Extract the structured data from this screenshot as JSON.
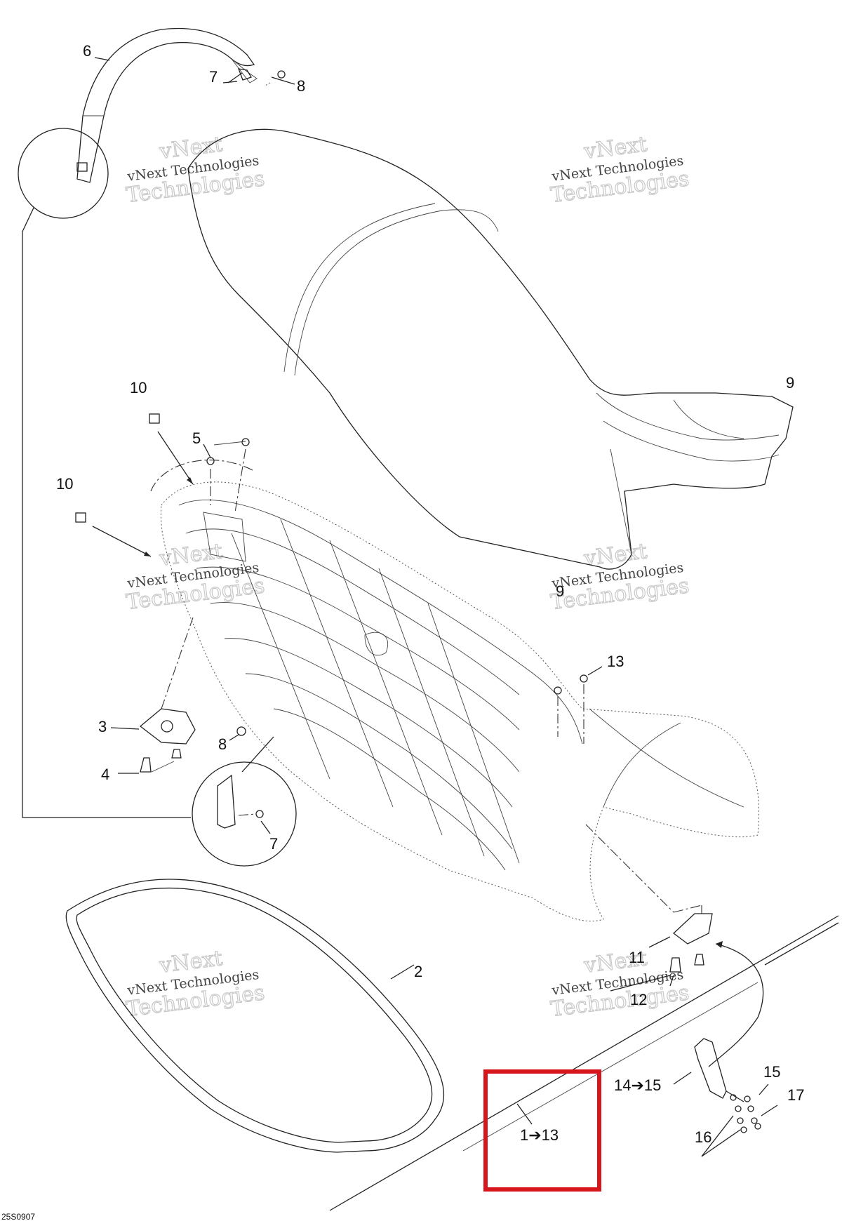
{
  "watermark": {
    "line1": "vNext Technologies",
    "line2": "vNext",
    "line3": "Technologies"
  },
  "callouts": {
    "c6": "6",
    "c7_top": "7",
    "c8_top": "8",
    "c9": "9",
    "c10_a": "10",
    "c10_b": "10",
    "c5": "5",
    "c3": "3",
    "c8": "8",
    "c4": "4",
    "c7_bottom": "7",
    "c13": "13",
    "c11": "11",
    "c12": "12",
    "c2": "2",
    "c14_15": "14➔15",
    "c15": "15",
    "c17": "17",
    "c16": "16",
    "c1_13": "1➔13",
    "c9_small": "9"
  },
  "diagram_code": "25S0907",
  "colors": {
    "highlight_box": "#d6161c",
    "line": "#222222",
    "watermark": "#c8c8c8"
  }
}
